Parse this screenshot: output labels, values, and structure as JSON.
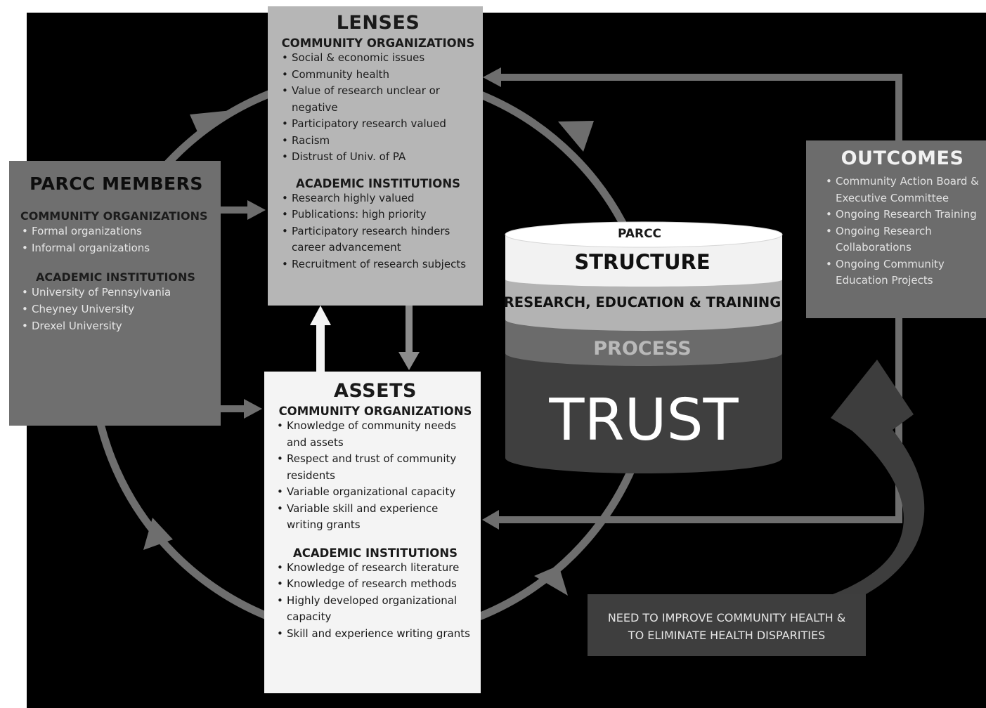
{
  "lenses": {
    "title": "LENSES",
    "community": {
      "heading": "COMMUNITY ORGANIZATIONS",
      "items": [
        "Social & economic issues",
        "Community health",
        "Value of research unclear or negative",
        "Participatory research valued",
        "Racism",
        "Distrust of Univ. of PA"
      ]
    },
    "academic": {
      "heading": "ACADEMIC  INSTITUTIONS",
      "items": [
        "Research highly valued",
        "Publications: high  priority",
        "Participatory research hinders career advancement",
        "Recruitment of research subjects"
      ]
    }
  },
  "members": {
    "title": "PARCC MEMBERS",
    "community": {
      "heading": "COMMUNITY ORGANIZATIONS",
      "items": [
        "Formal organizations",
        "Informal organizations"
      ]
    },
    "academic": {
      "heading": "ACADEMIC  INSTITUTIONS",
      "items": [
        "University of Pennsylvania",
        "Cheyney University",
        "Drexel University"
      ]
    }
  },
  "assets": {
    "title": "ASSETS",
    "community": {
      "heading": "COMMUNITY ORGANIZATIONS",
      "items": [
        "Knowledge of community needs and assets",
        "Respect and trust of community residents",
        "Variable organizational capacity",
        "Variable skill and experience writing grants"
      ]
    },
    "academic": {
      "heading": "ACADEMIC  INSTITUTIONS",
      "items": [
        "Knowledge of research literature",
        "Knowledge of research methods",
        "Highly developed organizational capacity",
        "Skill and experience writing grants"
      ]
    }
  },
  "outcomes": {
    "title": "OUTCOMES",
    "items": [
      "Community Action Board & Executive Committee",
      "Ongoing Research Training",
      "Ongoing Research Collaborations",
      "Ongoing Community Education Projects"
    ]
  },
  "cylinder": {
    "parcc": "PARCC",
    "structure": "STRUCTURE",
    "research": "RESEARCH, EDUCATION & TRAINING",
    "process": "PROCESS",
    "trust": "TRUST"
  },
  "need": {
    "line1": "NEED TO IMPROVE COMMUNITY HEALTH &",
    "line2": "TO ELIMINATE HEALTH DISPARITIES"
  },
  "colors": {
    "background": "#000000",
    "circle": "#6e6e6e",
    "lenses": "#b6b6b6",
    "members": "#6f6f6f",
    "assets": "#f4f4f4",
    "outcomes": "#6c6c6c",
    "structure_band": "#f2f2f2",
    "research_band": "#b3b3b3",
    "process_band": "#6b6b6b",
    "trust_band": "#3f3f3f"
  }
}
